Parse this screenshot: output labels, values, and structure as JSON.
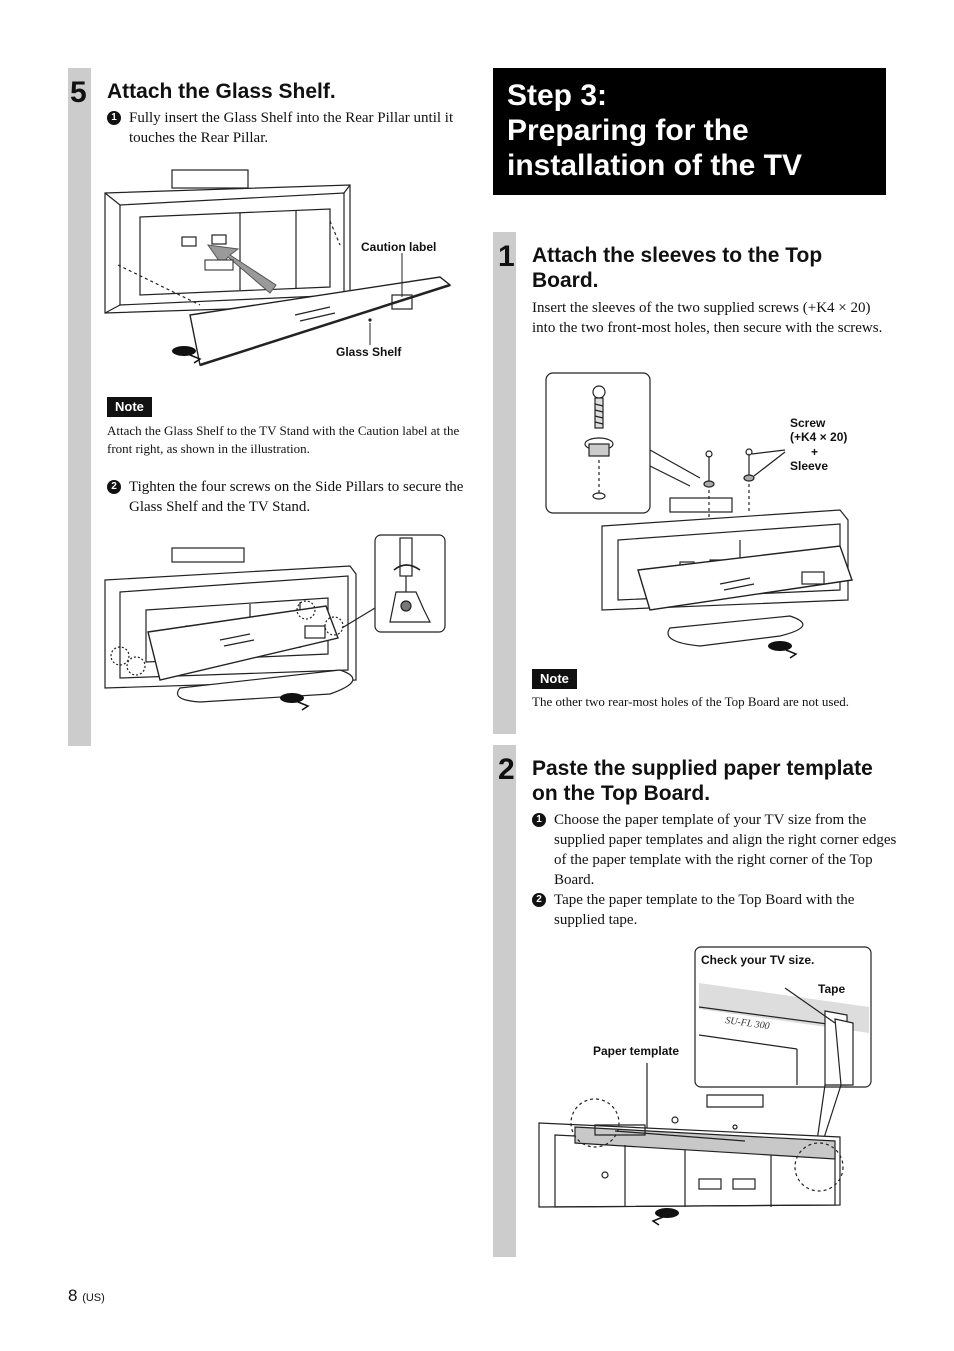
{
  "page": {
    "number": "8",
    "region": "(US)"
  },
  "left": {
    "step5": {
      "number": "5",
      "title": "Attach the Glass Shelf.",
      "items": [
        {
          "num": "1",
          "text": "Fully insert the Glass Shelf into the Rear Pillar until it touches the Rear Pillar."
        },
        {
          "num": "2",
          "text": "Tighten the four screws on the Side Pillars to secure the Glass Shelf and the TV Stand."
        }
      ],
      "figure1": {
        "caution_label": "Caution label",
        "glass_shelf": "Glass Shelf"
      },
      "note": {
        "badge": "Note",
        "text": "Attach the Glass Shelf to the TV Stand with the Caution label at the front right, as shown in the illustration."
      }
    }
  },
  "right": {
    "banner": {
      "title_line1": "Step 3:",
      "title_line2": "Preparing for the",
      "title_line3": "installation of the TV"
    },
    "step1": {
      "number": "1",
      "title": "Attach the sleeves to the Top Board.",
      "body": "Insert the sleeves of the two supplied screws (+K4 × 20) into the two front-most holes, then secure with the screws.",
      "figure": {
        "screw_line1": "Screw",
        "screw_line2": "(+K4 × 20)",
        "plus": "+",
        "sleeve": "Sleeve"
      },
      "note": {
        "badge": "Note",
        "text": "The other two rear-most holes of the Top Board are not used."
      }
    },
    "step2": {
      "number": "2",
      "title": "Paste the supplied paper template on the Top Board.",
      "items": [
        {
          "num": "1",
          "text": "Choose the paper template of your TV size from the supplied paper templates and align the right corner edges of the paper template with the right corner of the Top Board."
        },
        {
          "num": "2",
          "text": "Tape the paper template to the Top Board with the supplied tape."
        }
      ],
      "figure": {
        "check_size": "Check your TV size.",
        "tape": "Tape",
        "paper_template": "Paper template",
        "template_text": "SU-FL 300"
      }
    }
  }
}
